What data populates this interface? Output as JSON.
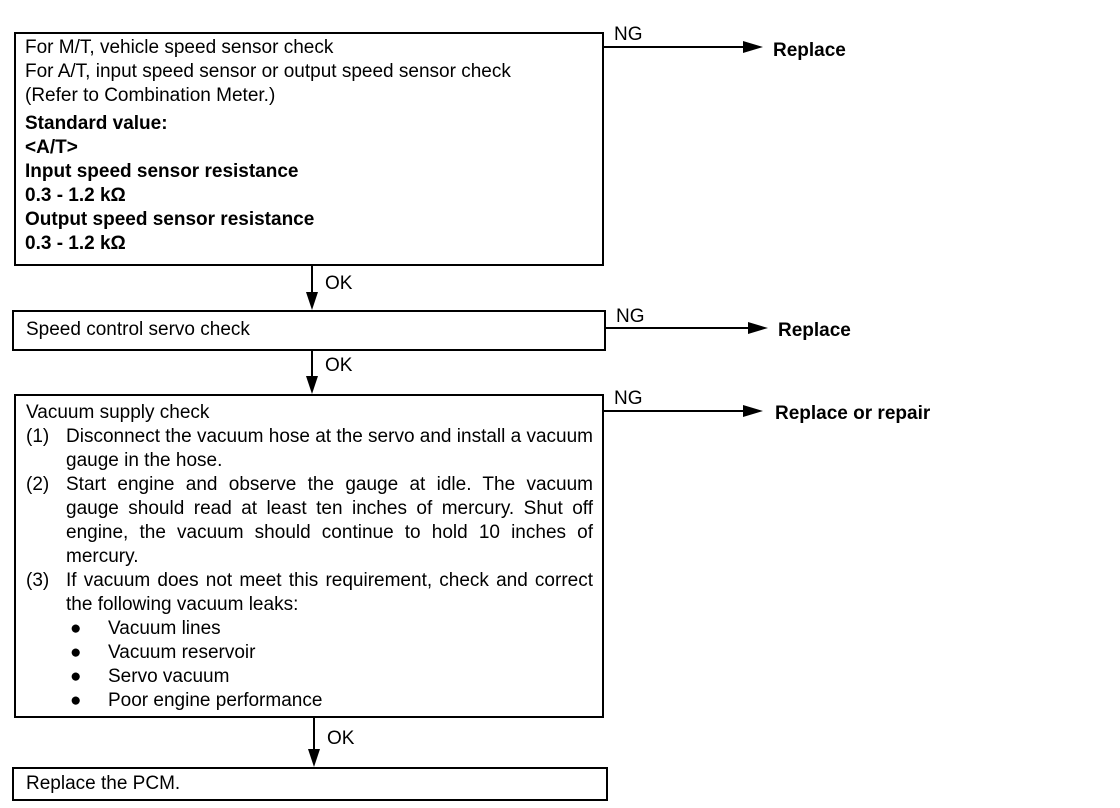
{
  "box1": {
    "lines": [
      "For M/T, vehicle speed sensor check",
      "For A/T, input speed sensor or output speed sensor check",
      "(Refer to Combination Meter.)"
    ],
    "standard_label": "Standard value:",
    "at_label": "<A/T>",
    "input_label": "Input speed sensor resistance",
    "input_value": "0.3 - 1.2 kΩ",
    "output_label": "Output speed sensor resistance",
    "output_value": "0.3 - 1.2 kΩ"
  },
  "box2": {
    "text": "Speed control servo check"
  },
  "box3": {
    "title": "Vacuum supply check",
    "steps": [
      {
        "num": "(1)",
        "text": "Disconnect the vacuum hose at the servo and install a vacuum gauge in the hose."
      },
      {
        "num": "(2)",
        "text": "Start engine and observe the gauge at idle. The vacuum gauge should read at least ten inches of mercury. Shut off engine, the vacuum should continue to hold 10 inches of mercury."
      },
      {
        "num": "(3)",
        "text": "If vacuum does not meet this requirement, check and correct the following vacuum leaks:"
      }
    ],
    "bullet_symbol": "●",
    "bullets": [
      "Vacuum lines",
      "Vacuum reservoir",
      "Servo vacuum",
      "Poor engine performance"
    ]
  },
  "box4": {
    "text": "Replace the PCM."
  },
  "ng_label": "NG",
  "ok_label": "OK",
  "results": [
    "Replace",
    "Replace",
    "Replace or repair"
  ]
}
